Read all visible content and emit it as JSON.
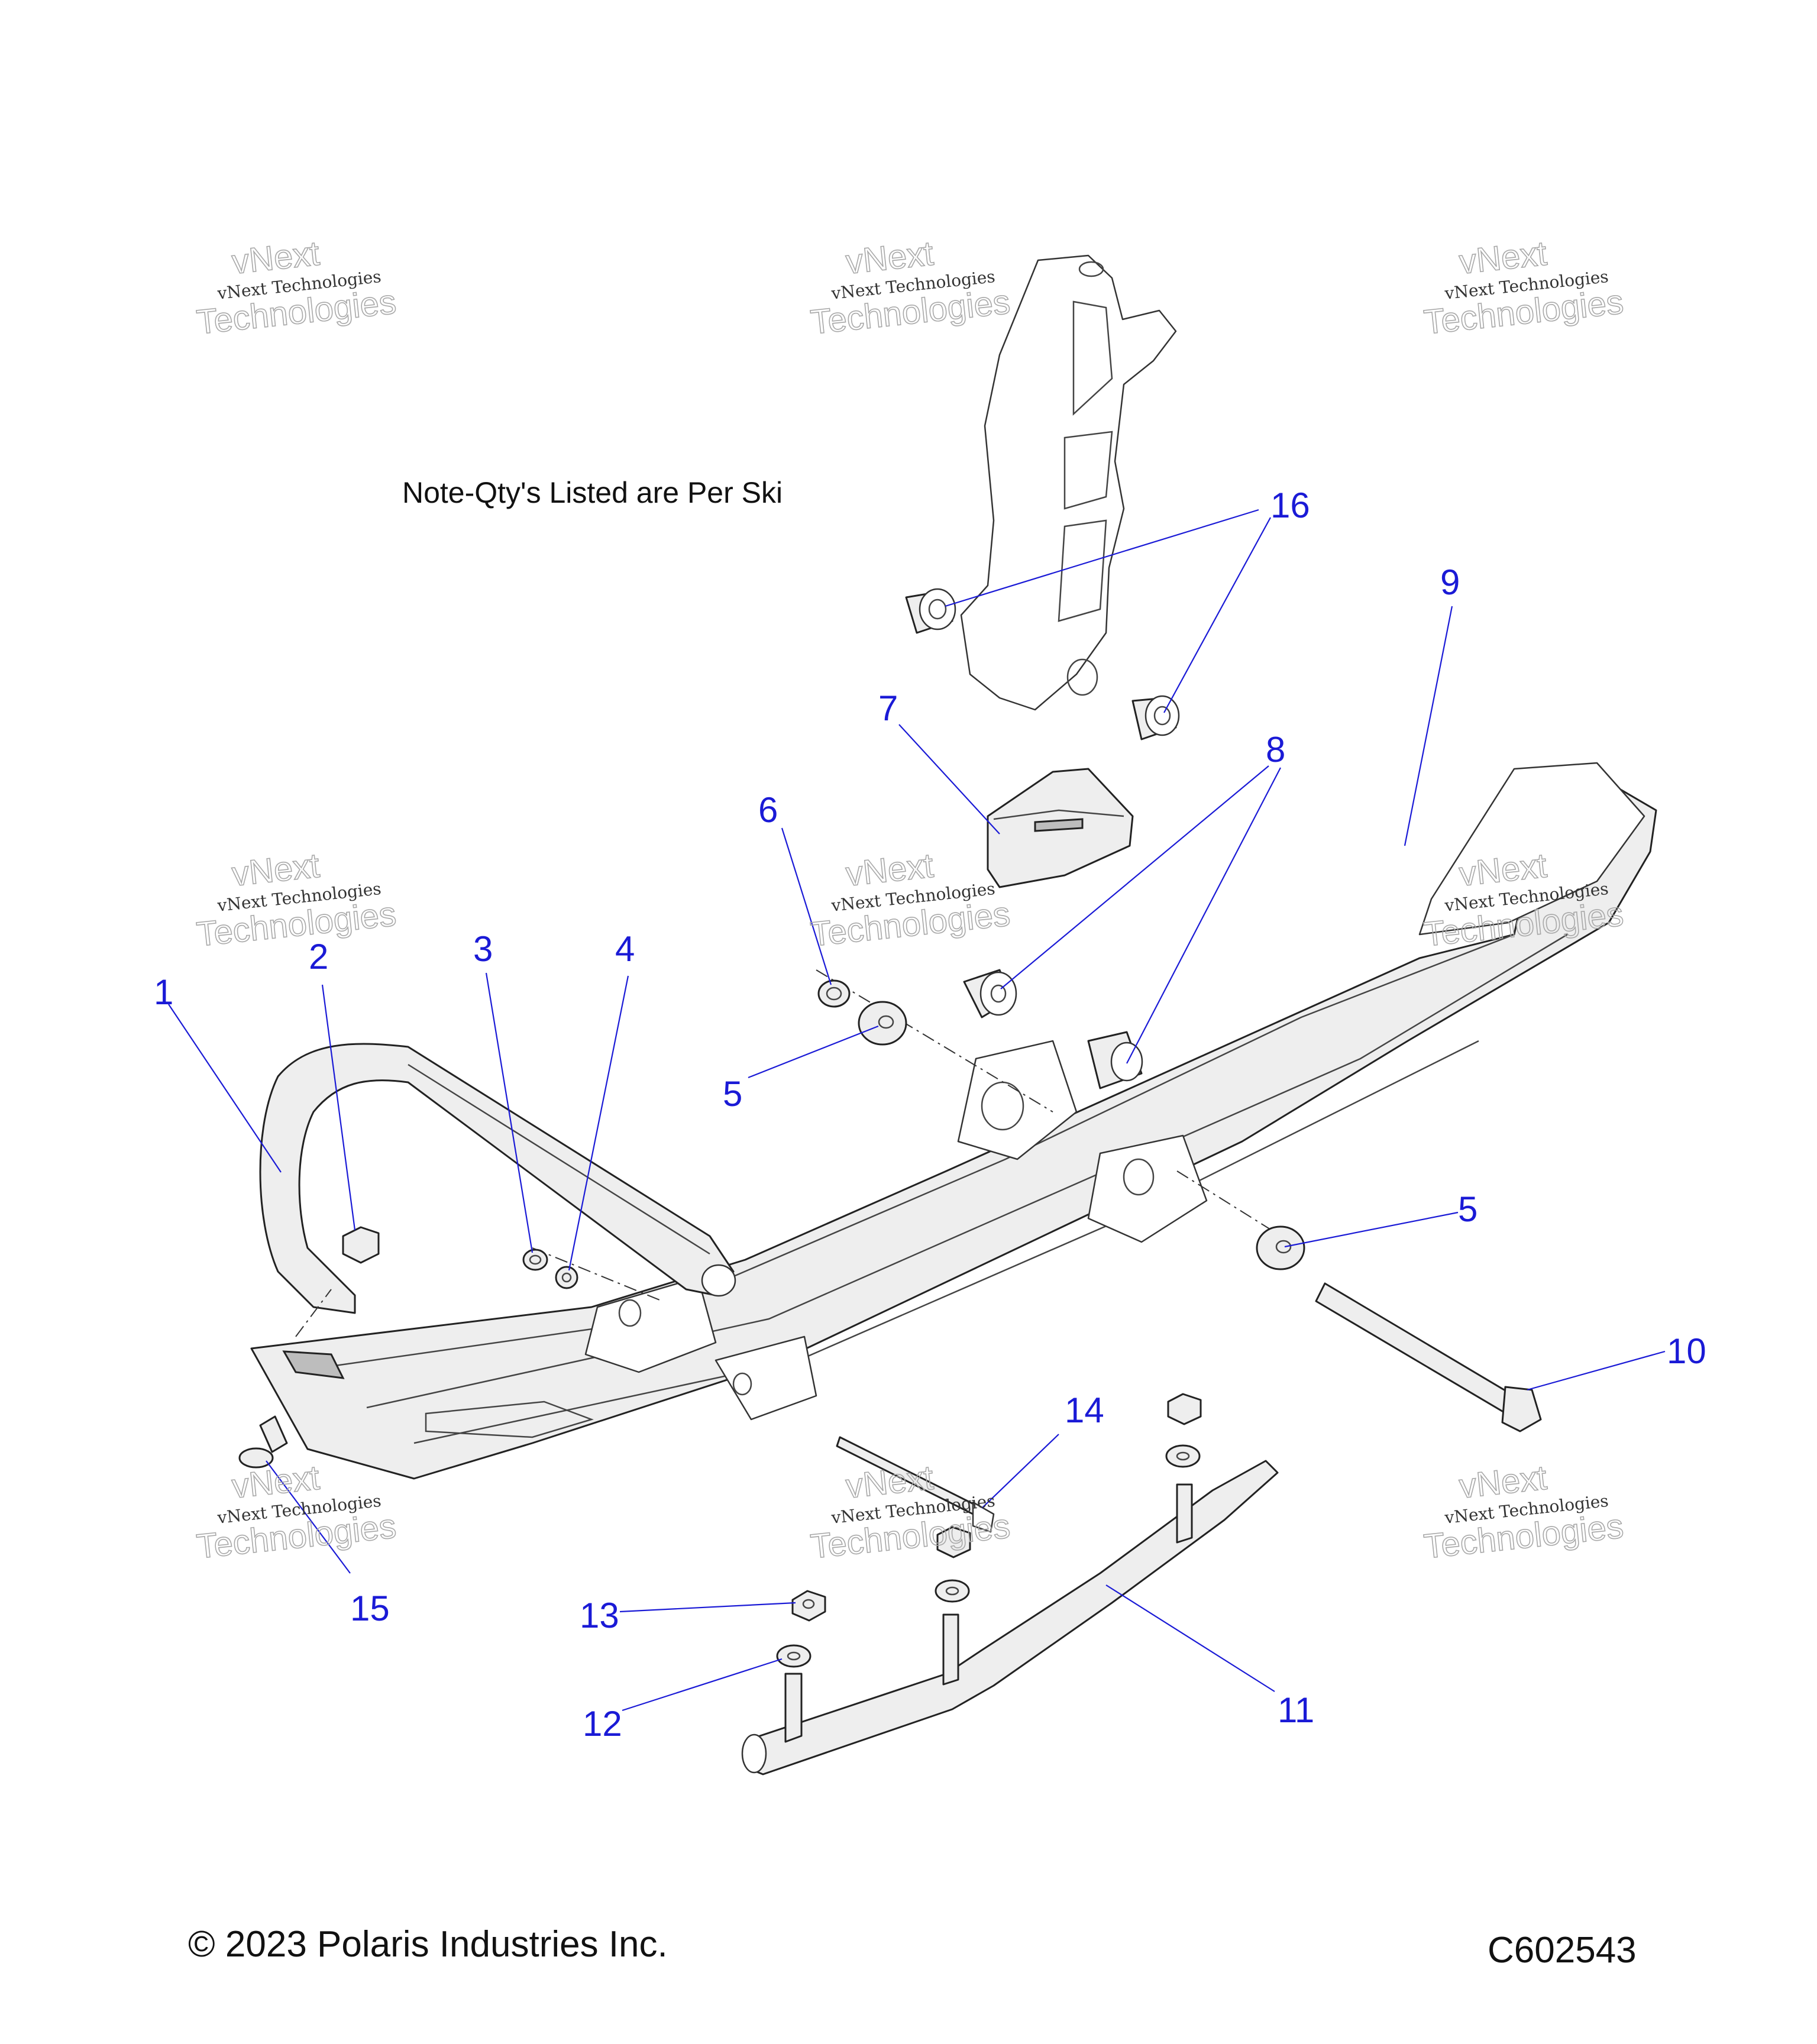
{
  "note": "Note-Qty's Listed are Per Ski",
  "copyright": "© 2023 Polaris Industries Inc.",
  "diagram_code": "C602543",
  "accent_color": "#1a1ad6",
  "watermark": {
    "line1": "vNext Technologies",
    "line2": "vNext",
    "line3": "Technologies"
  },
  "callouts": {
    "c1": "1",
    "c2": "2",
    "c3": "3",
    "c4": "4",
    "c5a": "5",
    "c5b": "5",
    "c6": "6",
    "c7": "7",
    "c8": "8",
    "c9": "9",
    "c10": "10",
    "c11": "11",
    "c12": "12",
    "c13": "13",
    "c14": "14",
    "c15": "15",
    "c16": "16"
  }
}
